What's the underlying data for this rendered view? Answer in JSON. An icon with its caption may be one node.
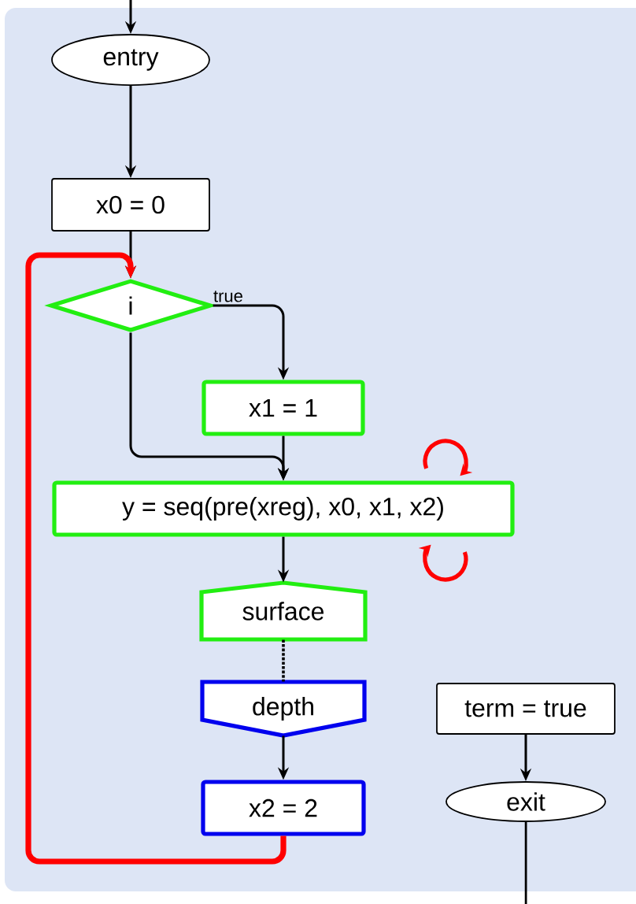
{
  "diagram": {
    "nodes": [
      {
        "text": [
          "entry"
        ]
      },
      {
        "text": [
          "x0 = 0"
        ]
      },
      {
        "text": [
          "i"
        ]
      },
      {
        "text": [
          "x1 = 1"
        ]
      },
      {
        "text": [
          "y = seq(pre(xreg), x0, x1, x2)"
        ]
      },
      {
        "text": [
          "surface"
        ]
      },
      {
        "text": [
          "depth"
        ]
      },
      {
        "text": [
          "x2 = 2"
        ]
      },
      {
        "text": [
          "term = true"
        ]
      },
      {
        "text": [
          "exit"
        ]
      }
    ],
    "edges": [
      {
        "from": null,
        "to": 0,
        "arrow": "to"
      },
      {
        "from": 0,
        "to": 1,
        "arrow": "to"
      },
      {
        "from": 1,
        "to": 2,
        "arrow": "to"
      },
      {
        "from": 2,
        "to": 3,
        "arrow": "to",
        "label": "true"
      },
      {
        "from": 2,
        "to": 4,
        "arrow": "to"
      },
      {
        "from": 3,
        "to": 4,
        "arrow": "to"
      },
      {
        "from": 4,
        "to": 5,
        "arrow": "to"
      },
      {
        "from": 5,
        "to": 6,
        "arrow": "none",
        "style": "dashed"
      },
      {
        "from": 6,
        "to": 7,
        "arrow": "to"
      },
      {
        "from": 7,
        "to": 2,
        "arrow": "to",
        "style": "thick",
        "color": "#ff0000"
      },
      {
        "from": 8,
        "to": 9,
        "arrow": "to"
      },
      {
        "from": 9,
        "to": null,
        "arrow": "none"
      }
    ]
  }
}
